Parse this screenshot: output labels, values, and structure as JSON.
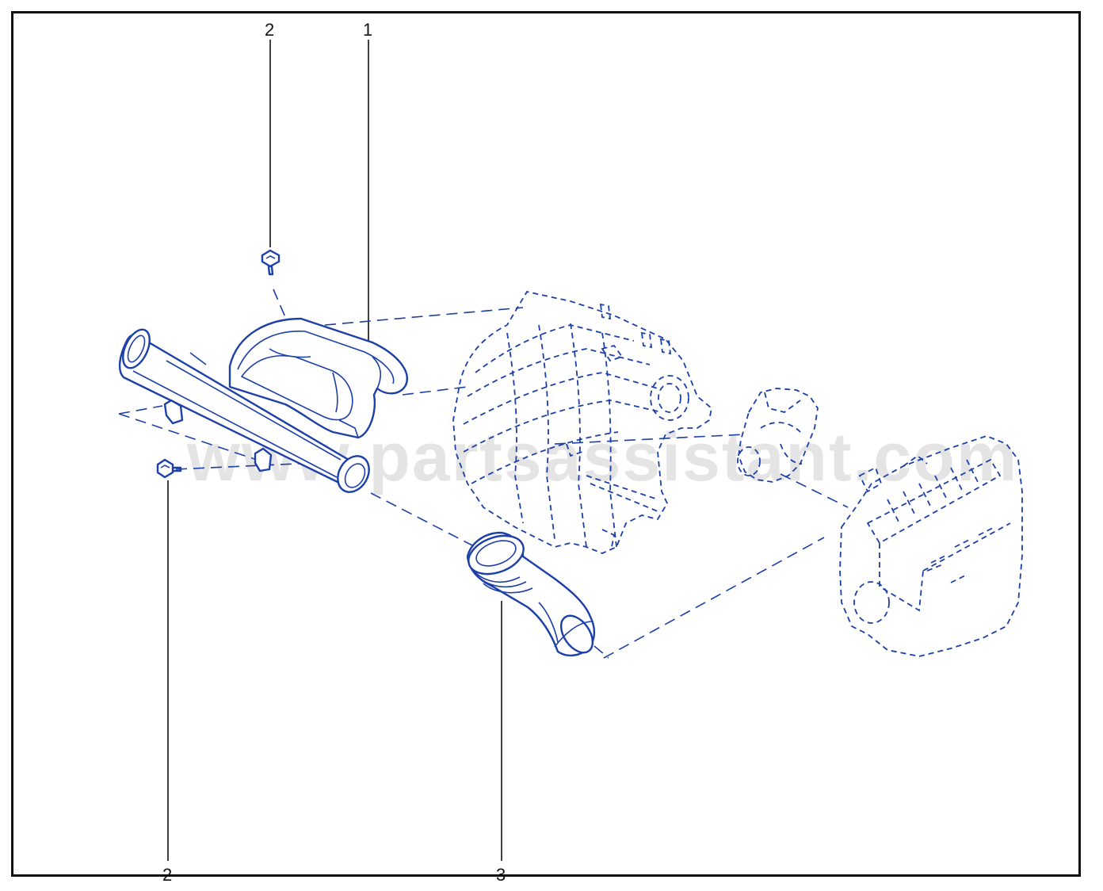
{
  "watermark": "www.partsassistant.com",
  "callouts": [
    {
      "id": "callout-1",
      "label": "1"
    },
    {
      "id": "callout-2-top",
      "label": "2"
    },
    {
      "id": "callout-2-bottom",
      "label": "2"
    },
    {
      "id": "callout-3",
      "label": "3"
    }
  ],
  "colors": {
    "line": "#1c3fa8",
    "frame": "#111111",
    "watermark": "#cfcfcf"
  }
}
